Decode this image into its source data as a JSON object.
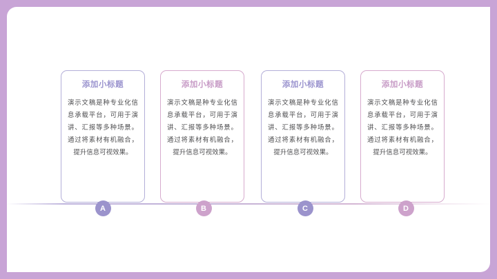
{
  "slide": {
    "frame_color": "#c8a4d6",
    "canvas_color": "#ffffff",
    "accent_purple": "#9a93ce",
    "accent_pink": "#c79bc6",
    "border_purple": "#b3aed8",
    "border_pink": "#d6aacd",
    "badge_purple": "#9b93cc",
    "badge_pink": "#cda2cb",
    "body_text_color": "#4e4e50"
  },
  "cards": [
    {
      "title": "添加小标题",
      "body": "演示文稿是种专业化信息承载平台，可用于演讲、汇报等多种场景。通过将素材有机融合，提升信息可视效果。",
      "badge": "A",
      "accent": "purple"
    },
    {
      "title": "添加小标题",
      "body": "演示文稿是种专业化信息承载平台，可用于演讲、汇报等多种场景。通过将素材有机融合，提升信息可视效果。",
      "badge": "B",
      "accent": "pink"
    },
    {
      "title": "添加小标题",
      "body": "演示文稿是种专业化信息承载平台，可用于演讲、汇报等多种场景。通过将素材有机融合，提升信息可视效果。",
      "badge": "C",
      "accent": "purple"
    },
    {
      "title": "添加小标题",
      "body": "演示文稿是种专业化信息承载平台，可用于演讲、汇报等多种场景。通过将素材有机融合，提升信息可视效果。",
      "badge": "D",
      "accent": "pink"
    }
  ]
}
